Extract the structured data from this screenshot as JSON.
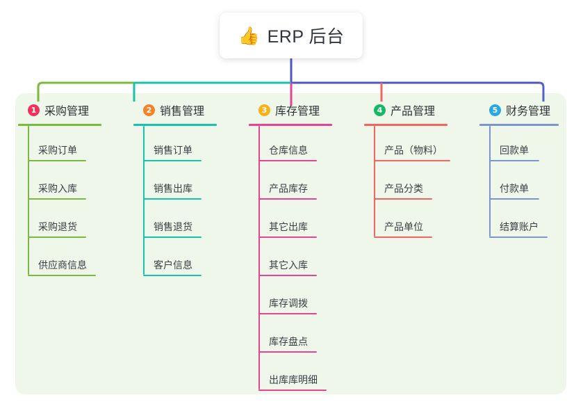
{
  "root": {
    "icon": "thumbs-up-icon",
    "emoji": "👍",
    "title": "ERP 后台"
  },
  "colors": {
    "panel_bg": "#eef7e9",
    "page_bg": "#ffffff",
    "root_text": "#30343b",
    "trunk": "#4f55c4",
    "branch_green": "#7cb93f",
    "branch_teal": "#17c3ac",
    "branch_pink": "#e84393",
    "branch_red": "#f4655f",
    "branch_blue": "#4f63c8"
  },
  "columns": [
    {
      "index": "1",
      "title": "采购管理",
      "badge_color": "#f0325c",
      "line_color": "#7cb93f",
      "head_rule_width": 120,
      "spine_height": 200,
      "items": [
        {
          "label": "采购订单",
          "rule_width": 84
        },
        {
          "label": "采购入库",
          "rule_width": 84
        },
        {
          "label": "采购退货",
          "rule_width": 84
        },
        {
          "label": "供应商信息",
          "rule_width": 98
        }
      ]
    },
    {
      "index": "2",
      "title": "销售管理",
      "badge_color": "#f58229",
      "line_color": "#17c3ac",
      "head_rule_width": 120,
      "spine_height": 200,
      "items": [
        {
          "label": "销售订单",
          "rule_width": 84
        },
        {
          "label": "销售出库",
          "rule_width": 84
        },
        {
          "label": "销售退货",
          "rule_width": 84
        },
        {
          "label": "客户信息",
          "rule_width": 84
        }
      ]
    },
    {
      "index": "3",
      "title": "库存管理",
      "badge_color": "#f5b21a",
      "line_color": "#e84393",
      "head_rule_width": 120,
      "spine_height": 365,
      "items": [
        {
          "label": "仓库信息",
          "rule_width": 84
        },
        {
          "label": "产品库存",
          "rule_width": 84
        },
        {
          "label": "其它出库",
          "rule_width": 84
        },
        {
          "label": "其它入库",
          "rule_width": 84
        },
        {
          "label": "库存调拨",
          "rule_width": 84
        },
        {
          "label": "库存盘点",
          "rule_width": 84
        },
        {
          "label": "出库库明细",
          "rule_width": 98
        }
      ]
    },
    {
      "index": "4",
      "title": "产品管理",
      "badge_color": "#16b765",
      "line_color": "#f4655f",
      "head_rule_width": 120,
      "spine_height": 145,
      "items": [
        {
          "label": "产品（物料）",
          "rule_width": 110
        },
        {
          "label": "产品分类",
          "rule_width": 84
        },
        {
          "label": "产品单位",
          "rule_width": 84
        }
      ]
    },
    {
      "index": "5",
      "title": "财务管理",
      "badge_color": "#27a8e0",
      "line_color": "#7b95d4",
      "head_rule_width": 114,
      "spine_height": 145,
      "items": [
        {
          "label": "回款单",
          "rule_width": 72
        },
        {
          "label": "付款单",
          "rule_width": 72
        },
        {
          "label": "结算账户",
          "rule_width": 84
        }
      ]
    }
  ]
}
